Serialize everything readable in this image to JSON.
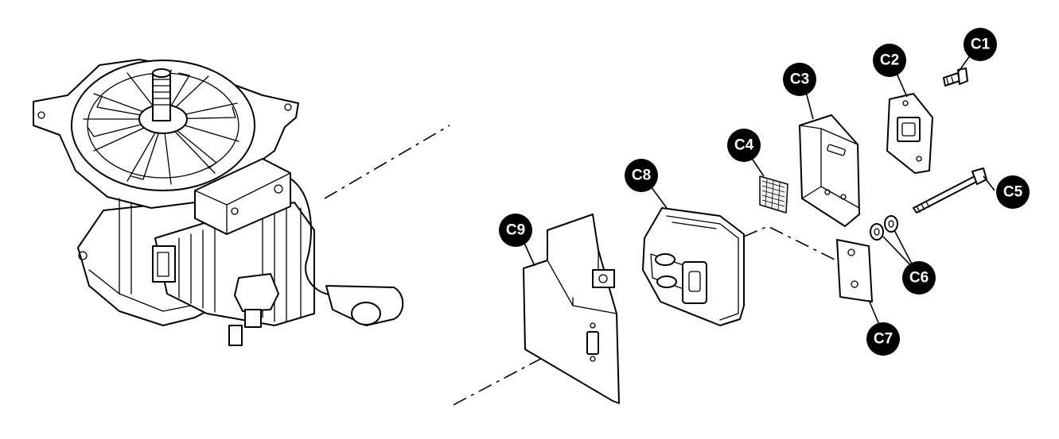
{
  "callouts": [
    {
      "id": "c1",
      "label": "C1"
    },
    {
      "id": "c2",
      "label": "C2"
    },
    {
      "id": "c3",
      "label": "C3"
    },
    {
      "id": "c4",
      "label": "C4"
    },
    {
      "id": "c5",
      "label": "C5"
    },
    {
      "id": "c6",
      "label": "C6"
    },
    {
      "id": "c7",
      "label": "C7"
    },
    {
      "id": "c8",
      "label": "C8"
    },
    {
      "id": "c9",
      "label": "C9"
    }
  ],
  "colors": {
    "ink": "#000000",
    "paper": "#ffffff"
  },
  "parts": {
    "engine": "engine-block-icon",
    "c1": "screw-icon",
    "c2": "bracket-plate-icon",
    "c3": "shield-cover-icon",
    "c4": "screen-mesh-icon",
    "c5": "long-bolt-icon",
    "c6": "washer-pair-icon",
    "c7": "gasket-plate-icon",
    "c8": "muffler-icon",
    "c9": "heat-shield-icon"
  }
}
